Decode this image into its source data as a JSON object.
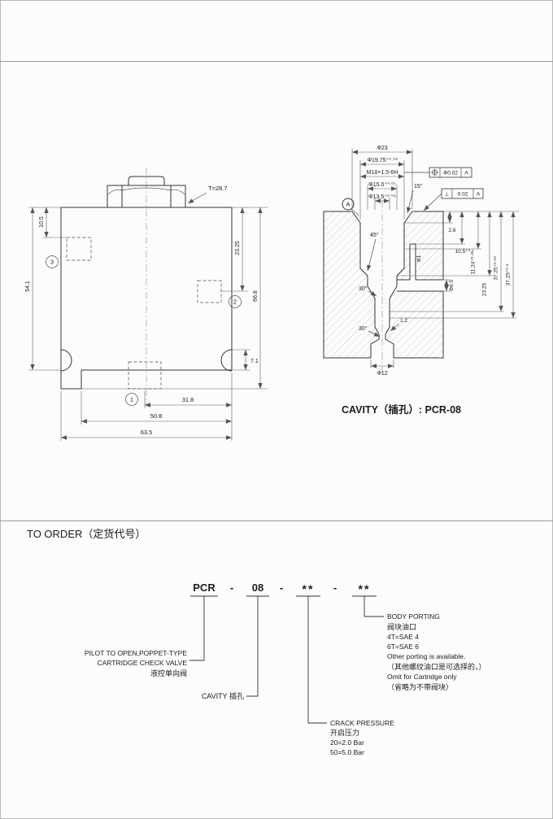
{
  "drawing": {
    "caption": "CAVITY（插孔）: PCR-08",
    "body_view": {
      "t_label": "T=28.7",
      "dim_10_5": "10.5",
      "dim_54_1": "54.1",
      "dim_23_25": "23.25",
      "dim_66_8": "66.8",
      "dim_7_1": "7.1",
      "dim_31_8": "31.8",
      "dim_50_8": "50.8",
      "dim_63_5": "63.5",
      "balloon_1": "1",
      "balloon_2": "2",
      "balloon_3": "3"
    },
    "cavity_view": {
      "dim_d23": "Φ23",
      "dim_d19_75": "Φ19.75⁺⁰·⁰³",
      "dim_thread": "M18×1.5-6H",
      "dim_d15": "Φ15.0⁺⁰·⁰⁵",
      "dim_d13_5": "Φ13.5⁺⁰·⁰⁴",
      "angle_15": "15°",
      "angle_45": "45°",
      "angle_30_upper": "30°",
      "angle_30_lower": "30°",
      "dim_2_6": "2.6",
      "dim_10_5": "10.5⁺⁰·¹",
      "dim_11_24": "11.24⁺⁰·²⁵",
      "dim_23_25": "23.25",
      "dim_37_25_a": "37.25⁺⁰·⁶³",
      "dim_37_25_b": "37.25⁺⁰·²",
      "dim_d6_5": "Φ6.5",
      "dim_d1": "Φ1",
      "dim_d12": "Φ12",
      "dim_1_2": "1.2",
      "position_symbol_icon": "position-target-icon",
      "tol_position": "Φ0.02",
      "tol_position_datum": "A",
      "tol_perp_symbol": "⊥",
      "tol_perp": "0.02",
      "tol_perp_datum": "A",
      "datum_label": "A"
    }
  },
  "order": {
    "title": "TO ORDER（定货代号）",
    "code": {
      "model": "PCR",
      "sep1": "-",
      "cavity": "08",
      "sep2": "-",
      "crack": "**",
      "sep3": "-",
      "porting": "**"
    },
    "pilot_block": [
      "PILOT TO OPEN,POPPET-TYPE",
      "CARTRIDGE CHECK VALVE",
      "液控单向阀"
    ],
    "cavity_label": "CAVITY 插孔",
    "crack_block": [
      "CRACK PRESSURE",
      "开启压力",
      "20=2.0 Bar",
      "50=5.0 Bar"
    ],
    "porting_block": [
      "BODY PORTING",
      "阀块油口",
      "4T=SAE 4",
      "6T=SAE 6",
      "Other porting is available.",
      "（其他螺纹油口是可选择的，）",
      "Omit for Cartridge only",
      "（省略为不带阀块）"
    ]
  }
}
